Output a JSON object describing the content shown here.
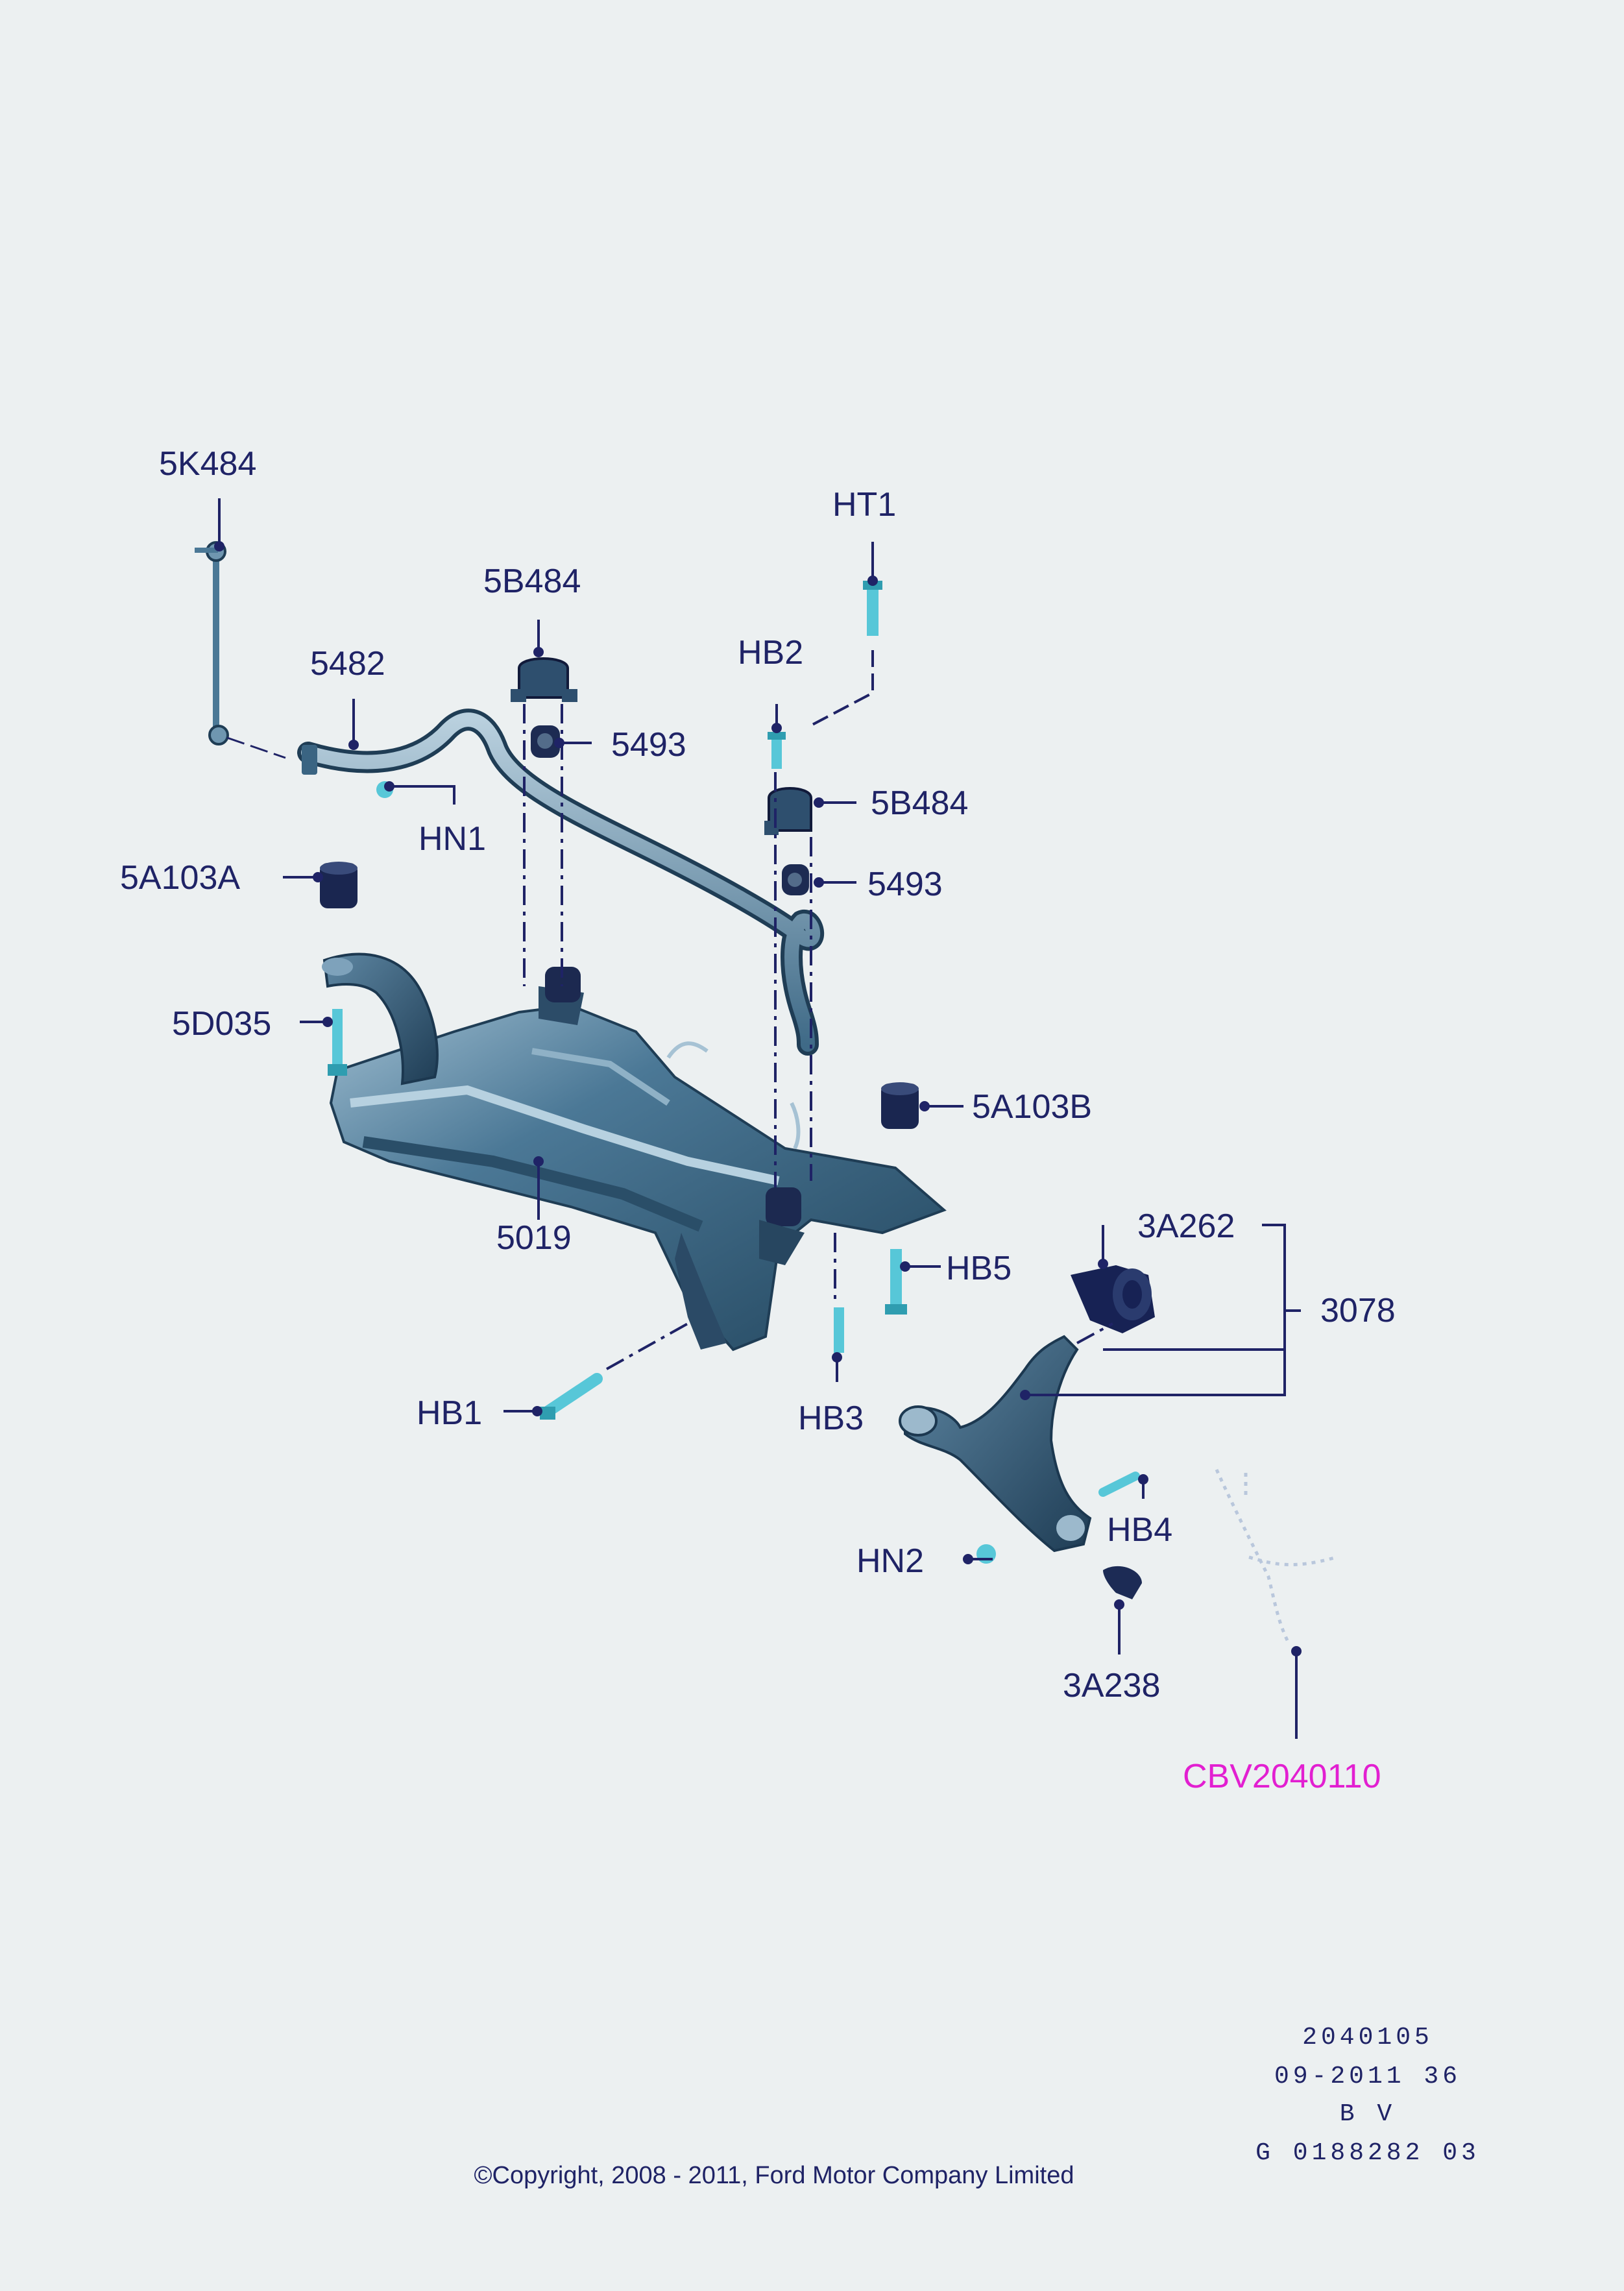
{
  "colors": {
    "background": "#ecf0f1",
    "text": "#1f2366",
    "leader": "#1f2366",
    "component_dark": "#2e5670",
    "component_mid": "#4b7896",
    "component_light": "#a6c2d4",
    "fastener": "#57c7d8",
    "reference_code": "#e21fd1"
  },
  "callouts": {
    "c5k484": "5K484",
    "c5482": "5482",
    "c5b484_top": "5B484",
    "c5493_top": "5493",
    "cht1": "HT1",
    "chb2": "HB2",
    "c5b484_mid": "5B484",
    "c5493_mid": "5493",
    "chn1": "HN1",
    "c5a103a": "5A103A",
    "c5d035": "5D035",
    "c5a103b": "5A103B",
    "c5019": "5019",
    "c3a262": "3A262",
    "c3078": "3078",
    "chb5": "HB5",
    "chb1": "HB1",
    "chb3": "HB3",
    "chb4": "HB4",
    "chn2": "HN2",
    "c3a238": "3A238",
    "ref_code": "CBV2040110"
  },
  "drawing_info": {
    "line1": "2040105",
    "line2": "09-2011 36",
    "line3": "B V",
    "line4": "G 0188282 03"
  },
  "copyright": "©Copyright, 2008 - 2011, Ford Motor Company Limited"
}
